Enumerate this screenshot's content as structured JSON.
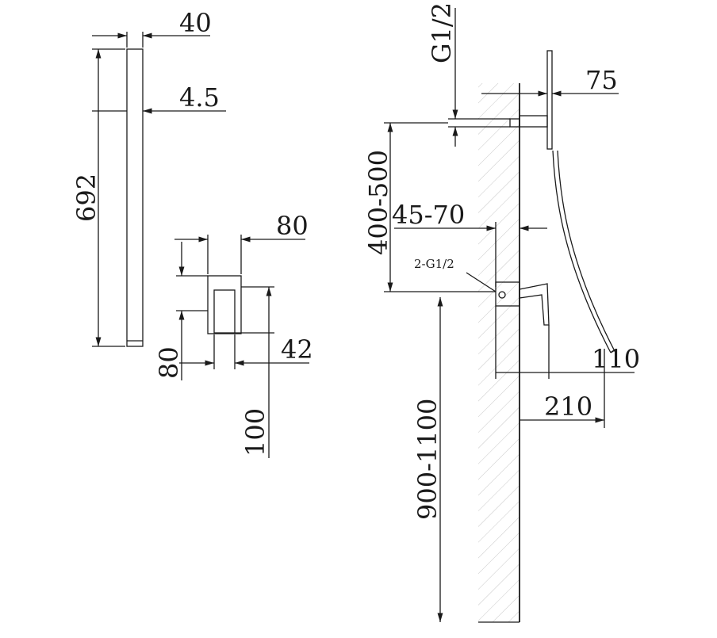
{
  "dimensions": {
    "rail_width": "40",
    "rail_thickness": "4.5",
    "rail_length": "692",
    "valve_width": "80",
    "valve_height": "80",
    "valve_depth": "42",
    "valve_total": "100",
    "inlet_thread": "G1/2",
    "arm_length": "75",
    "arm_height": "400-500",
    "recess_depth": "45-70",
    "valve_ports": "2-G1/2",
    "handle_proj": "110",
    "hose_proj": "210",
    "mount_height": "900-1100"
  }
}
